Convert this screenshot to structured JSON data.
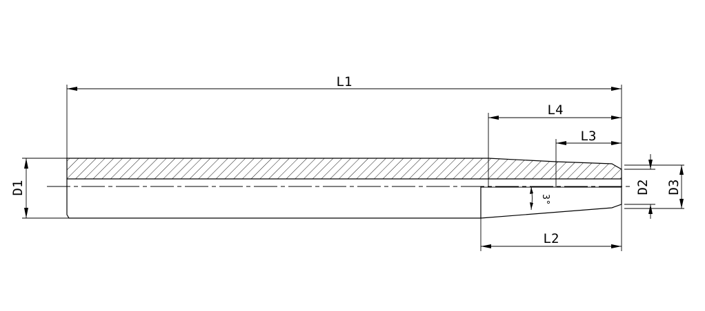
{
  "drawing": {
    "dimensions": {
      "overall_length": "L1",
      "taper_length": "L4",
      "tip_length": "L3",
      "lower_taper_length": "L2",
      "shank_diameter": "D1",
      "tip_diameter": "D2",
      "taper_end_diameter": "D3"
    },
    "taper_angle": "3°"
  }
}
